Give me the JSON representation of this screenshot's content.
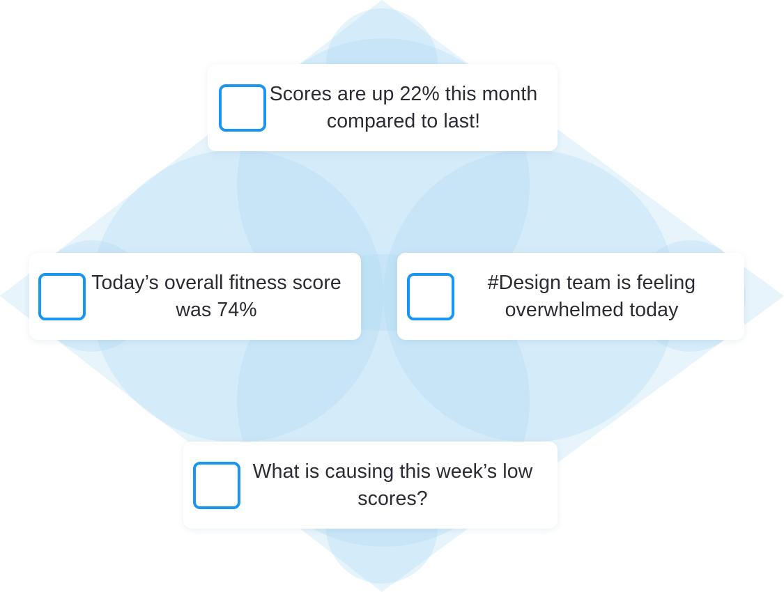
{
  "colors": {
    "backdrop_fill": "#a9d6f3",
    "checkbox_border": "#1a95f0",
    "card_background": "#ffffff",
    "text": "#2b2b33"
  },
  "cards": {
    "top": {
      "text": "Scores are up 22% this month compared to last!",
      "checked": false
    },
    "left": {
      "text": "Today’s overall fitness score was 74%",
      "checked": false
    },
    "right": {
      "text": "#Design team is feeling overwhelmed today",
      "checked": false
    },
    "bottom": {
      "text": "What is causing this week’s low scores?",
      "checked": false
    }
  }
}
